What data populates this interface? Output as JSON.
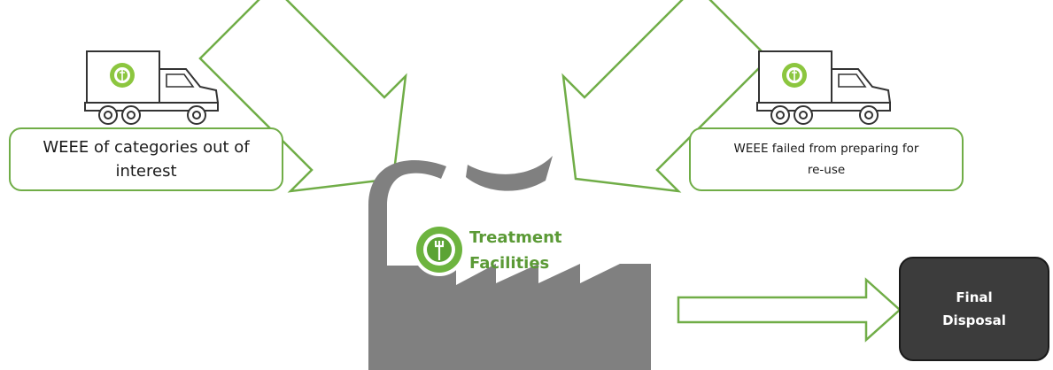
{
  "nodes": {
    "source_left": {
      "label": "WEEE of categories out of interest"
    },
    "source_right": {
      "label": "WEEE failed from preparing for re-use"
    },
    "facility": {
      "label_line1": "Treatment",
      "label_line2": "Facilities"
    },
    "disposal": {
      "label_line1": "Final",
      "label_line2": "Disposal"
    }
  },
  "icons": [
    "truck-icon",
    "weee-logo-icon",
    "factory-icon"
  ],
  "colors": {
    "accent_green": "#70ad47",
    "facility_text": "#5b9a36",
    "factory_grey": "#7f7f7f",
    "disposal_fill": "#3c3c3c",
    "disposal_text": "#ffffff"
  }
}
